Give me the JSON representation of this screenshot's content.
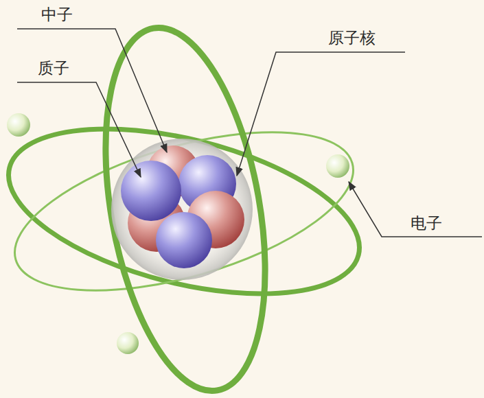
{
  "diagram": {
    "labels": [
      "中子",
      "原子核",
      "质子",
      "电子"
    ]
  }
}
